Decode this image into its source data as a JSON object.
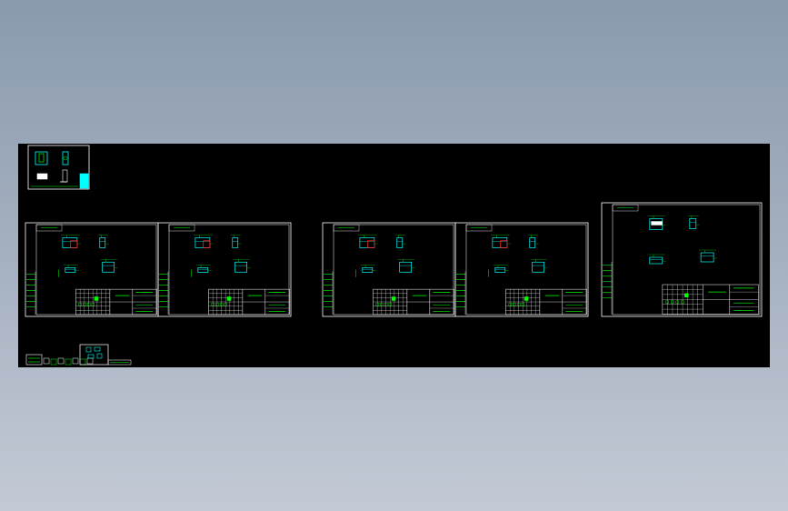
{
  "app": {
    "title": "",
    "colors": {
      "background_gradient_top": "#8a9aae",
      "background_gradient_bottom": "#c3cad6",
      "model_space": "#000000",
      "frame_lines": "#ffffff",
      "annotations": "#00ff00",
      "geometry": "#00ffff",
      "highlight": "#ff2020"
    }
  },
  "drawing": {
    "sheets": [
      {
        "name": "sheet-1",
        "title_block": true
      },
      {
        "name": "sheet-2",
        "title_block": true
      },
      {
        "name": "sheet-3",
        "title_block": true
      },
      {
        "name": "sheet-4",
        "title_block": true
      },
      {
        "name": "sheet-5",
        "title_block": true
      }
    ],
    "thumbnails": [
      {
        "name": "top-left-thumbnail"
      },
      {
        "name": "bottom-left-thumbnails"
      }
    ]
  }
}
